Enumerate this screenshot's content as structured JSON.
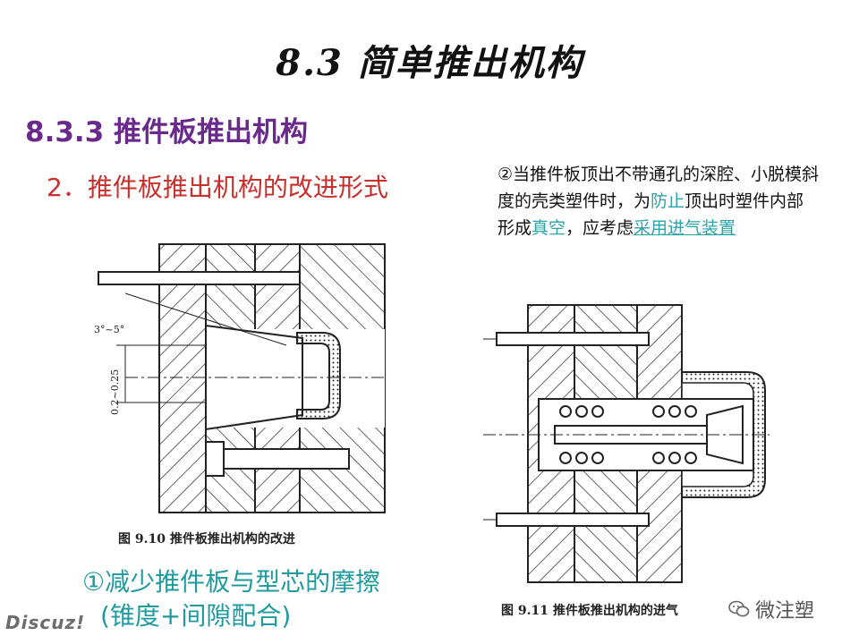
{
  "slide": {
    "title": "8.3   简单推出机构",
    "subtitle": "8.3.3  推件板推出机构",
    "point2": "2．推件板推出机构的改进形式",
    "description": {
      "p1": "②当推件板顶出不带通孔的深腔、小脱模斜度的壳类塑件时，为",
      "hl1": "防止",
      "p2": "顶出时塑件内部形成",
      "hl2": "真空",
      "p3": "，应考虑",
      "hl3": "采用进气装置"
    },
    "figure1": {
      "caption": "图 9.10    推件板推出机构的改进",
      "angle_label": "3°~5°",
      "gap_label": "0.2~0.25"
    },
    "figure2": {
      "caption": "图 9.11    推件板推出机构的进气"
    },
    "point1_line1": "①减少推件板与型芯的摩擦",
    "point1_line2": "(锥度+间隙配合)"
  },
  "watermarks": {
    "left": "Discuz!",
    "right": "微注塑"
  },
  "colors": {
    "title": "#111111",
    "subtitle": "#6a2a8c",
    "point2": "#c8302c",
    "highlight": "#2aa3a8",
    "point1": "#1f9a9e"
  }
}
